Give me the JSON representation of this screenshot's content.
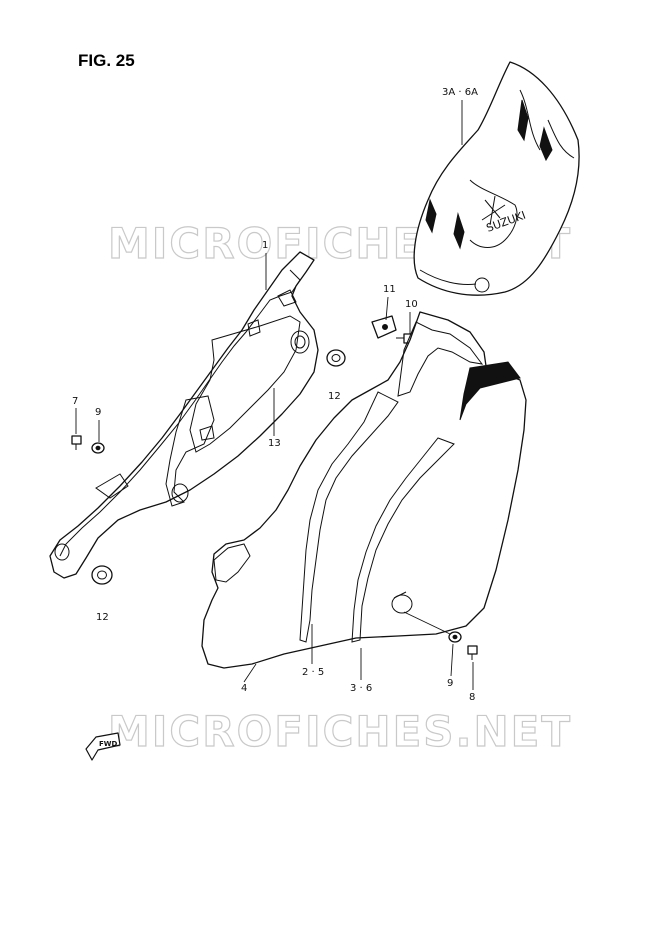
{
  "figure": {
    "title": "FIG. 25"
  },
  "watermark": {
    "text": "MICROFICHES.NET"
  },
  "direction_arrow": {
    "text": "FWD"
  },
  "callouts": {
    "c1": "1",
    "c3a6a": "3A · 6A",
    "c11": "11",
    "c10": "10",
    "c12a": "12",
    "c13": "13",
    "c7": "7",
    "c9a": "9",
    "c12b": "12",
    "c2_5": "2 · 5",
    "c3_6": "3 · 6",
    "c4": "4",
    "c9b": "9",
    "c8": "8"
  }
}
